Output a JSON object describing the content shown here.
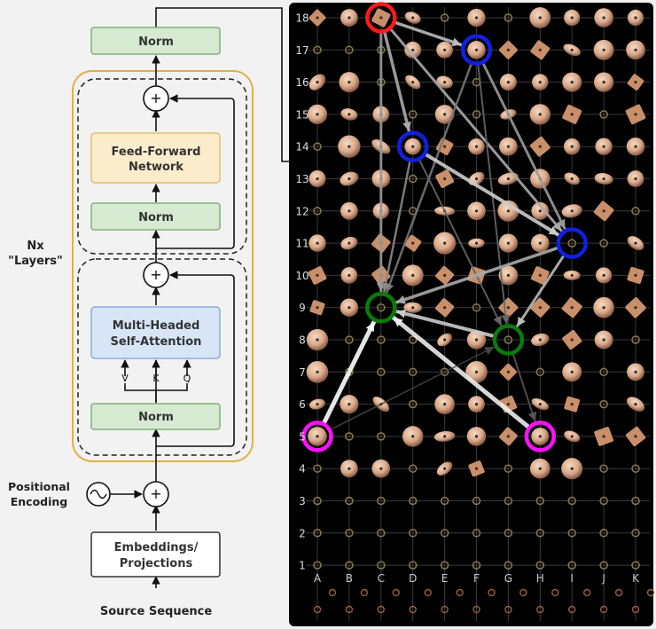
{
  "encoder": {
    "final_norm": "Norm",
    "ffn_line1": "Feed-Forward",
    "ffn_line2": "Network",
    "norm2": "Norm",
    "mhsa_line1": "Multi-Headed",
    "mhsa_line2": "Self-Attention",
    "norm1": "Norm",
    "v": "V",
    "k": "K",
    "q": "Q",
    "plus": "+",
    "layers_line1": "Nx",
    "layers_line2": "\"Layers\"",
    "pos_enc_line1": "Positional",
    "pos_enc_line2": "Encoding",
    "embed_line1": "Embeddings/",
    "embed_line2": "Projections",
    "source": "Source Sequence"
  },
  "board": {
    "row_labels": [
      "18",
      "17",
      "16",
      "15",
      "14",
      "13",
      "12",
      "11",
      "10",
      "9",
      "8",
      "7",
      "6",
      "5",
      "4",
      "3",
      "2",
      "1"
    ],
    "col_labels": [
      "A",
      "B",
      "C",
      "D",
      "E",
      "F",
      "G",
      "H",
      "I",
      "J",
      "K"
    ],
    "colors": {
      "background": "#000000",
      "red": "#ff1a1a",
      "blue": "#1020e0",
      "green": "#0a7a0a",
      "magenta": "#ff10ff"
    },
    "holds": [
      {
        "col": "C",
        "row": 18,
        "color": "red"
      },
      {
        "col": "F",
        "row": 17,
        "color": "blue"
      },
      {
        "col": "D",
        "row": 14,
        "color": "blue"
      },
      {
        "col": "I",
        "row": 11,
        "color": "blue"
      },
      {
        "col": "C",
        "row": 9,
        "color": "green"
      },
      {
        "col": "G",
        "row": 8,
        "color": "green"
      },
      {
        "col": "A",
        "row": 5,
        "color": "magenta"
      },
      {
        "col": "H",
        "row": 5,
        "color": "magenta"
      }
    ]
  }
}
